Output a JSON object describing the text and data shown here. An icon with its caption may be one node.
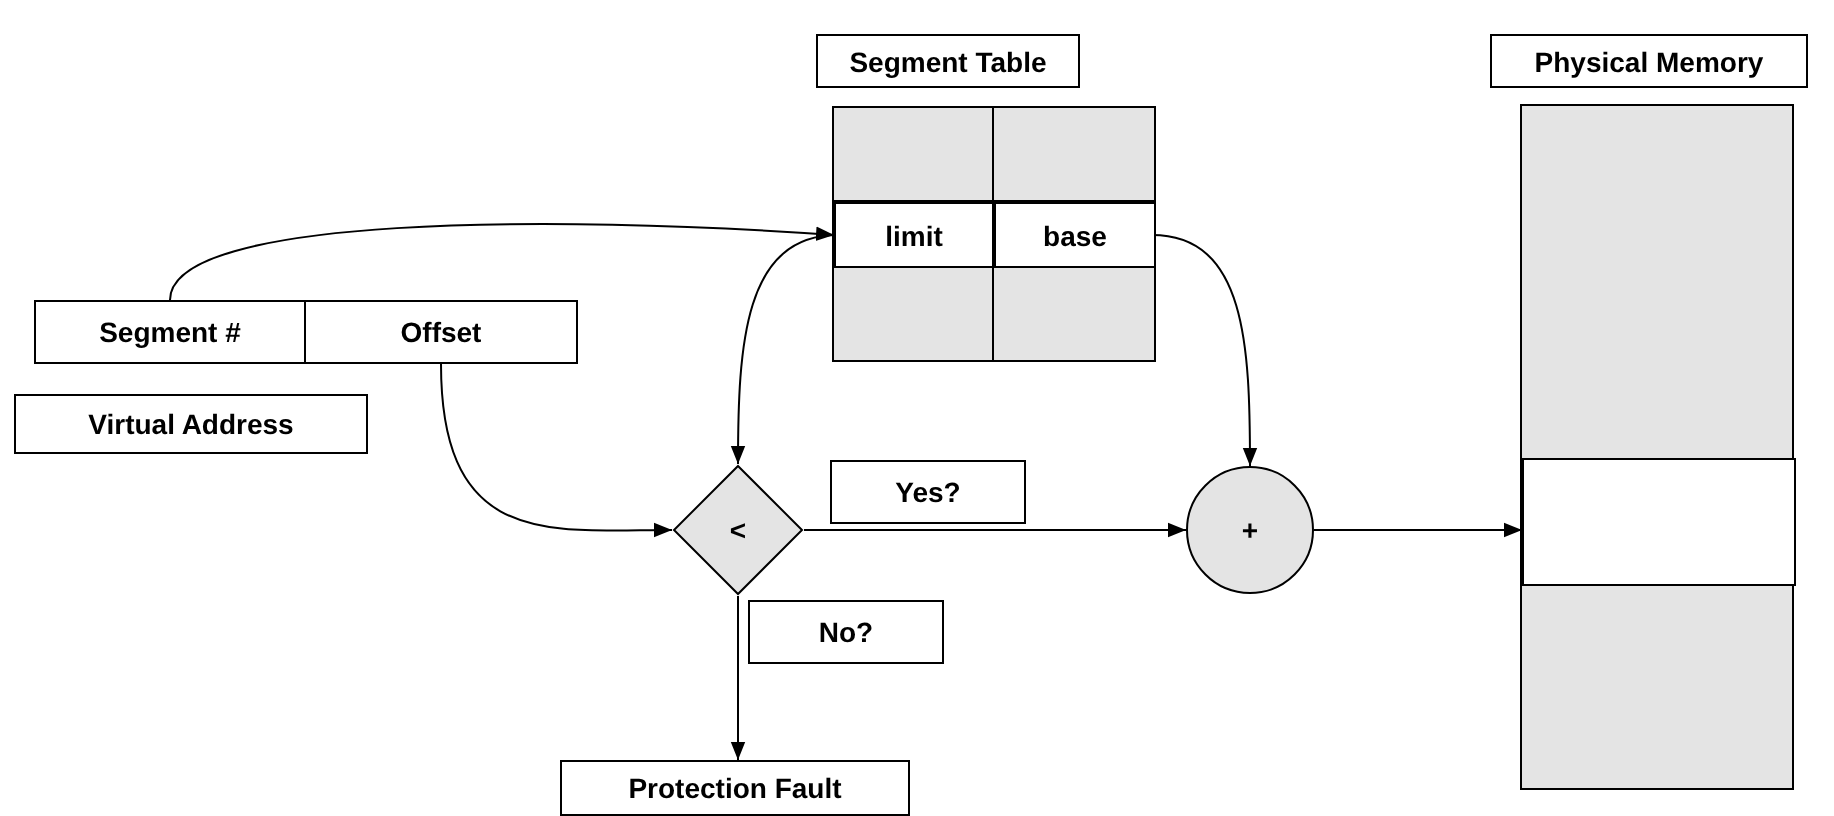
{
  "diagram": {
    "nodes": [
      {
        "text": [
          "Segment Table"
        ]
      },
      {
        "text": [
          "Physical Memory"
        ]
      },
      {
        "text": [],
        "shape": "box"
      },
      {
        "text": [
          "limit"
        ],
        "in": 2
      },
      {
        "text": [
          "base"
        ],
        "in": 2
      },
      {
        "text": [
          "Segment #"
        ]
      },
      {
        "text": [
          "Offset"
        ]
      },
      {
        "text": [
          "Virtual Address"
        ]
      },
      {
        "text": [
          "<"
        ]
      },
      {
        "text": [
          "Yes?"
        ]
      },
      {
        "text": [
          "+"
        ]
      },
      {
        "text": [],
        "shape": "box"
      },
      {
        "text": [],
        "shape": "box",
        "in": 11
      },
      {
        "text": [
          "No?"
        ]
      },
      {
        "text": [
          "Protection Fault"
        ]
      }
    ],
    "edges": [
      {
        "from": 5,
        "to": 3,
        "arrow": "to"
      },
      {
        "from": 3,
        "to": 8,
        "arrow": "to"
      },
      {
        "from": 4,
        "to": 10,
        "arrow": "to"
      },
      {
        "from": 6,
        "to": 8,
        "arrow": "to"
      },
      {
        "from": 8,
        "to": 10,
        "arrow": "to"
      },
      {
        "from": 10,
        "to": 12,
        "arrow": "to"
      },
      {
        "from": 8,
        "to": 14,
        "arrow": "to"
      }
    ]
  }
}
